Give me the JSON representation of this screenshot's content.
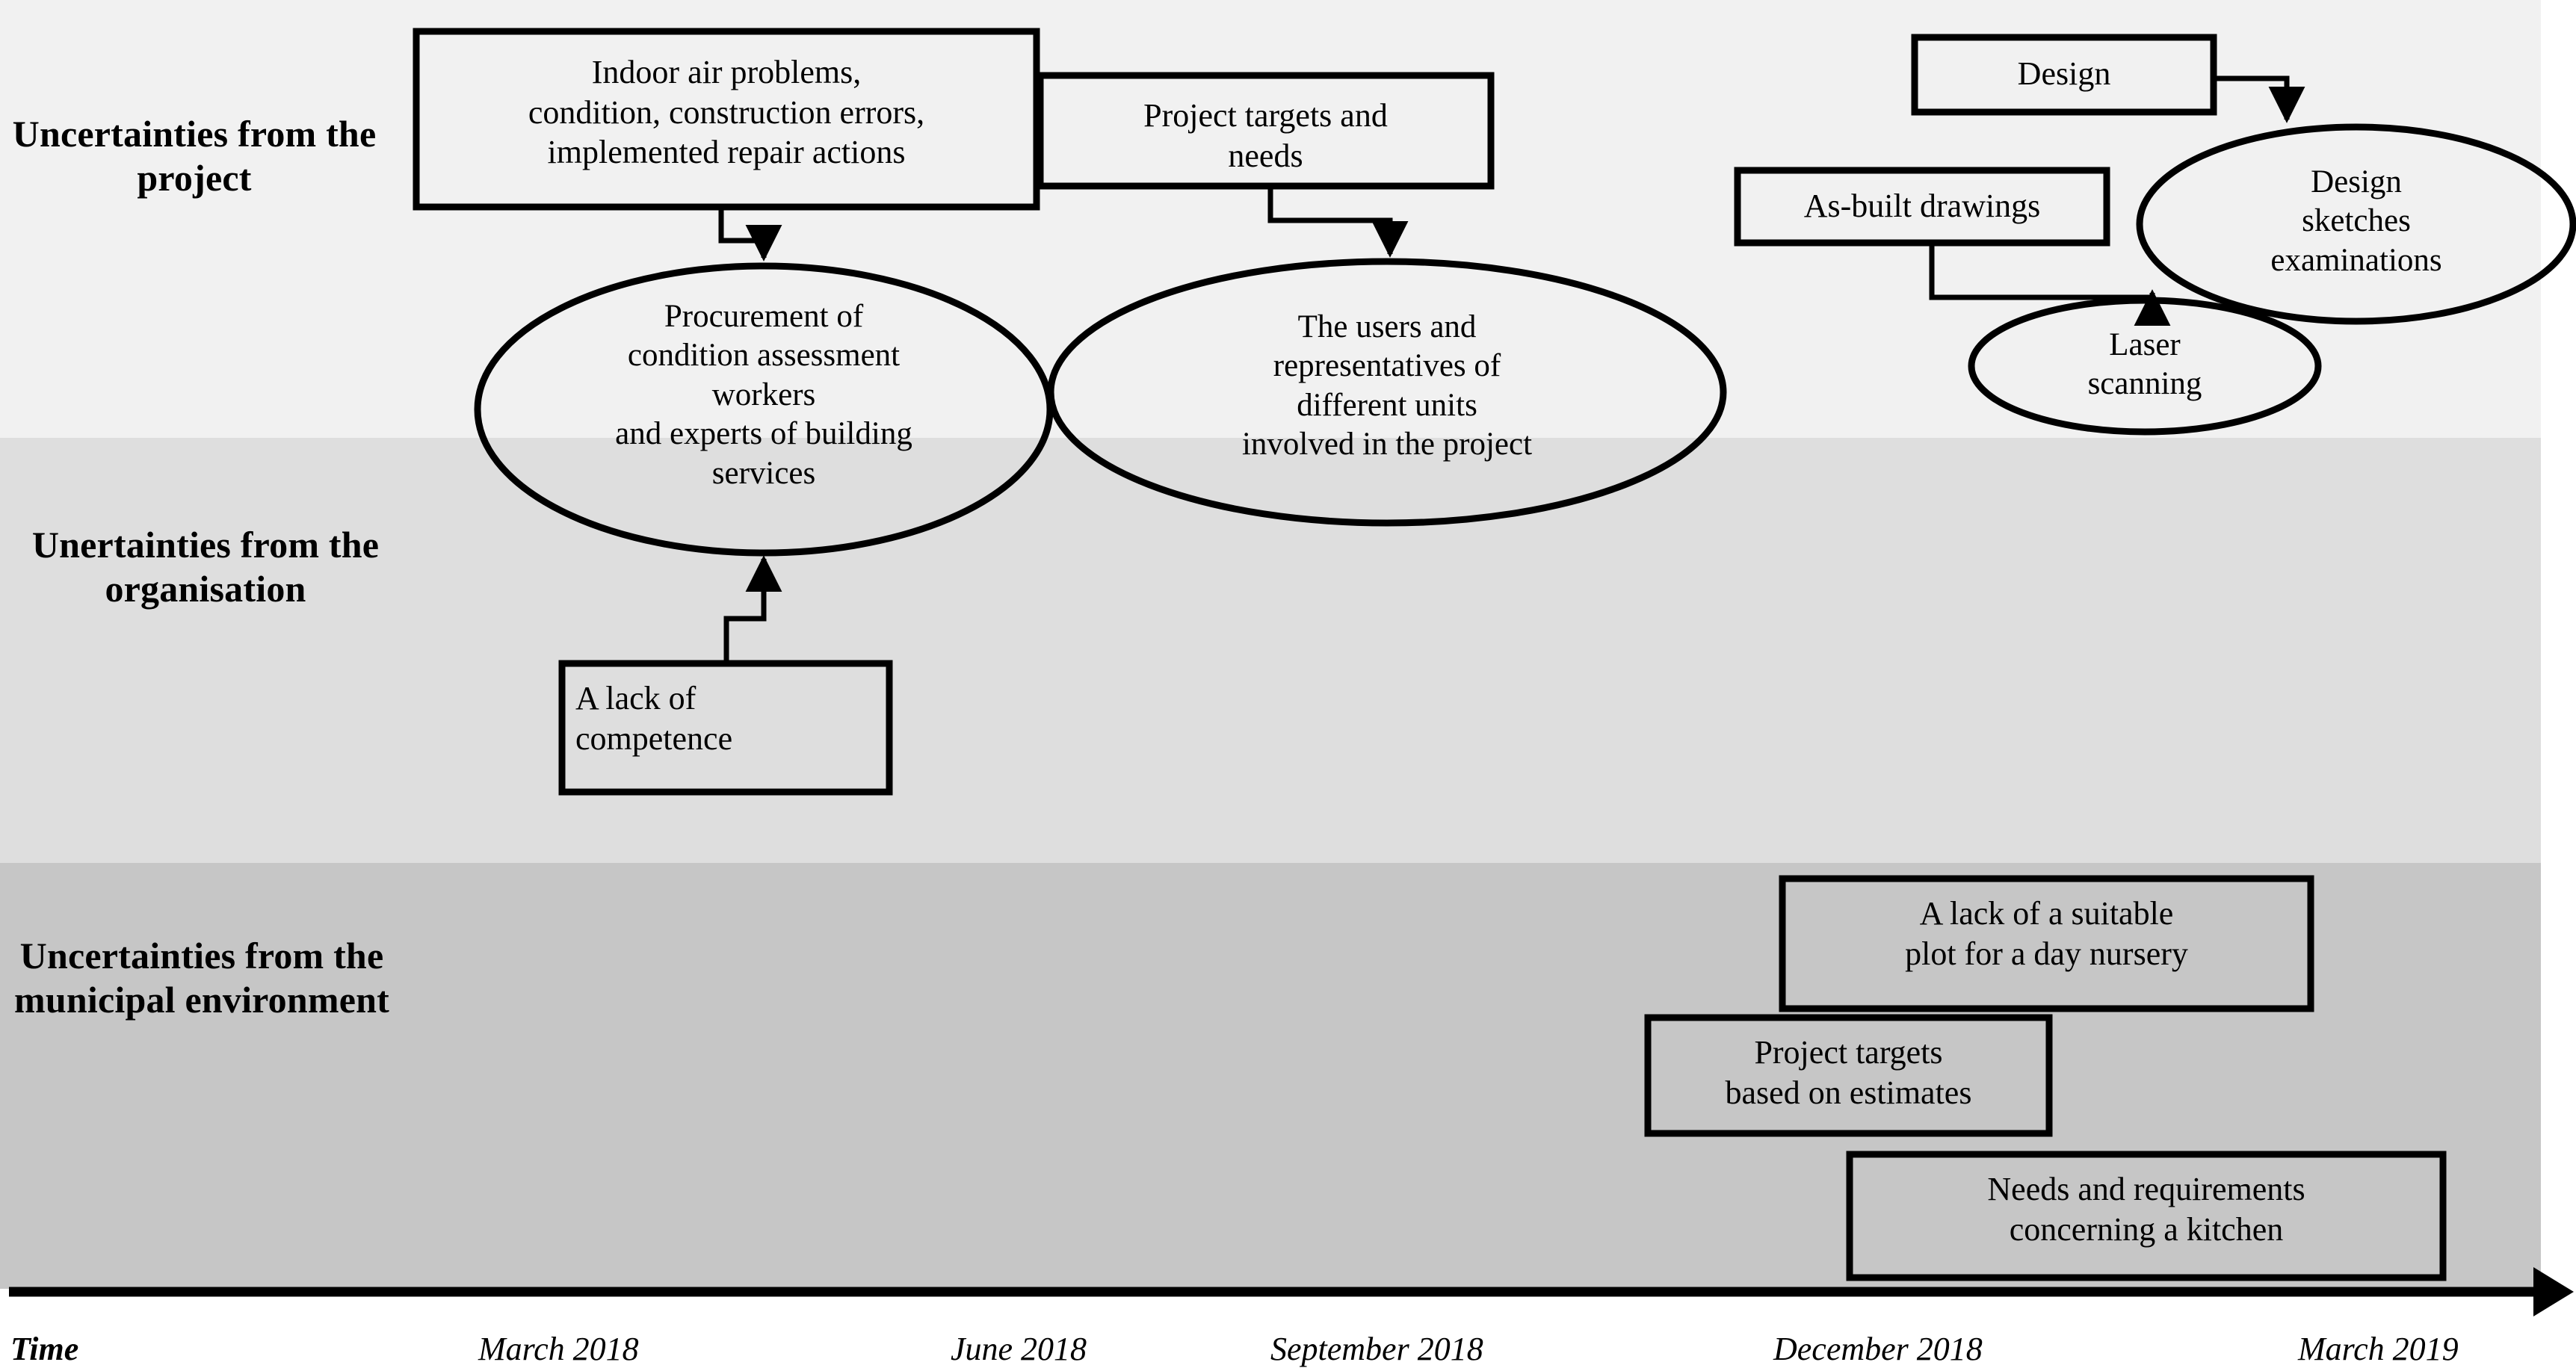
{
  "figure": {
    "type": "timeline-swimlane-diagram",
    "bands": [
      {
        "id": "project",
        "label": "Uncertainties\nfrom\nthe project",
        "color": "#f1f1f1"
      },
      {
        "id": "organisation",
        "label": "Unertainties\nfrom the\norganisation",
        "color": "#dedede"
      },
      {
        "id": "municipal",
        "label": "Uncertainties\nfrom\nthe municipal\nenvironment",
        "color": "#c6c6c6"
      }
    ]
  },
  "nodes": {
    "indoor_air": "Indoor air problems,\ncondition, construction errors,\nimplemented  repair  actions",
    "procurement": "Procurement of\ncondition assessment\nworkers\nand experts of building\nservices",
    "project_targets_needs": "Project targets and\nneeds",
    "users_representatives": "The users and\nrepresentatives of\ndifferent units\ninvolved in the project",
    "design": "Design",
    "as_built_drawings": "As-built drawings",
    "design_sketches": "Design\nsketches\nexaminations",
    "laser_scanning": "Laser\nscanning",
    "lack_of_competence": "A lack of\ncompetence",
    "lack_of_plot": "A lack of a suitable\nplot for a day nursery",
    "targets_estimates": "Project targets\nbased on estimates",
    "kitchen_needs": "Needs and requirements\nconcerning a kitchen"
  },
  "axis": {
    "title": "Time",
    "ticks": [
      "March 2018",
      "June 2018",
      "September  2018",
      "December 2018",
      "March 2019"
    ]
  },
  "colors": {
    "band_project": "#f1f1f1",
    "band_organisation": "#dedede",
    "band_municipal": "#c6c6c6",
    "stroke": "#000000",
    "page": "#ffffff"
  }
}
